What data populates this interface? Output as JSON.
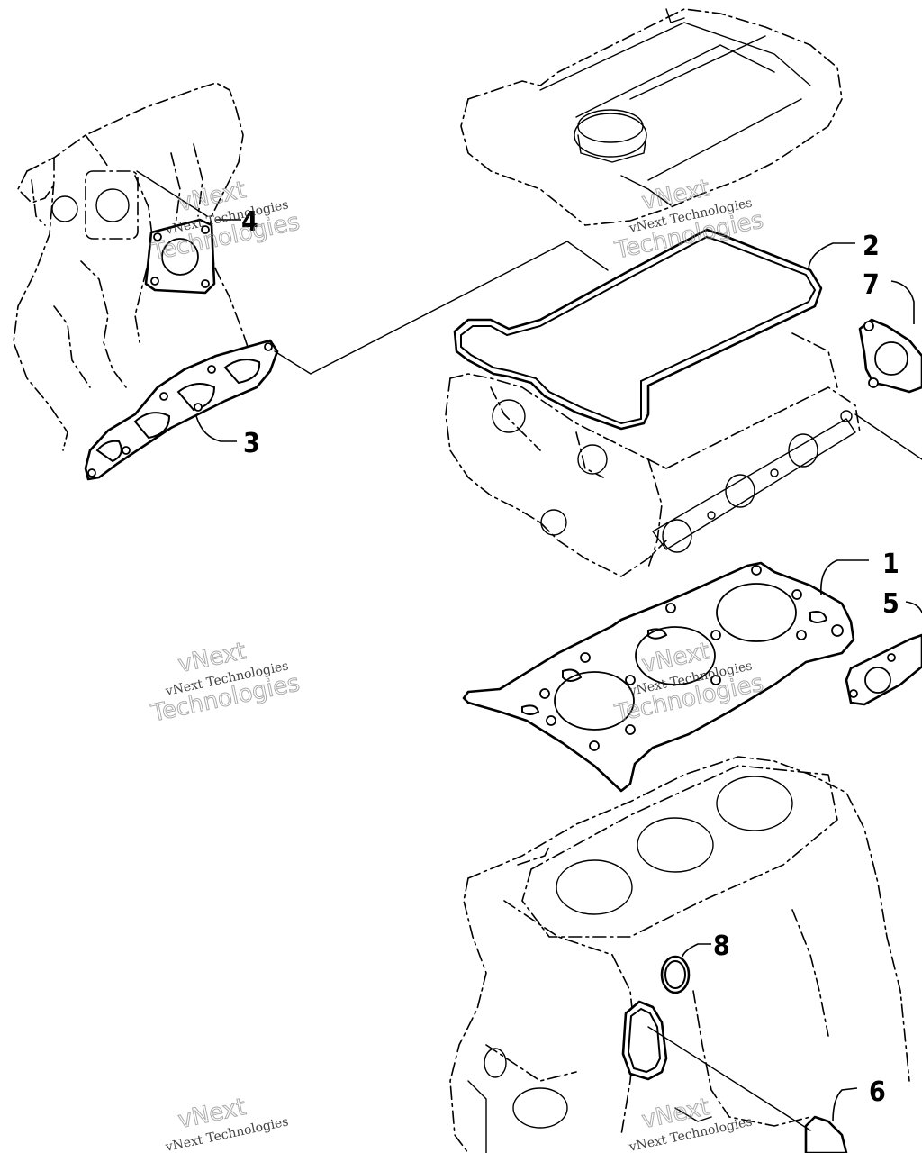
{
  "callouts": {
    "c1": "1",
    "c2": "2",
    "c3": "3",
    "c4": "4",
    "c5": "5",
    "c6": "6",
    "c7": "7",
    "c8": "8"
  },
  "watermark": {
    "brand": "vNext",
    "line": "vNext Technologies",
    "word": "Technologies"
  }
}
